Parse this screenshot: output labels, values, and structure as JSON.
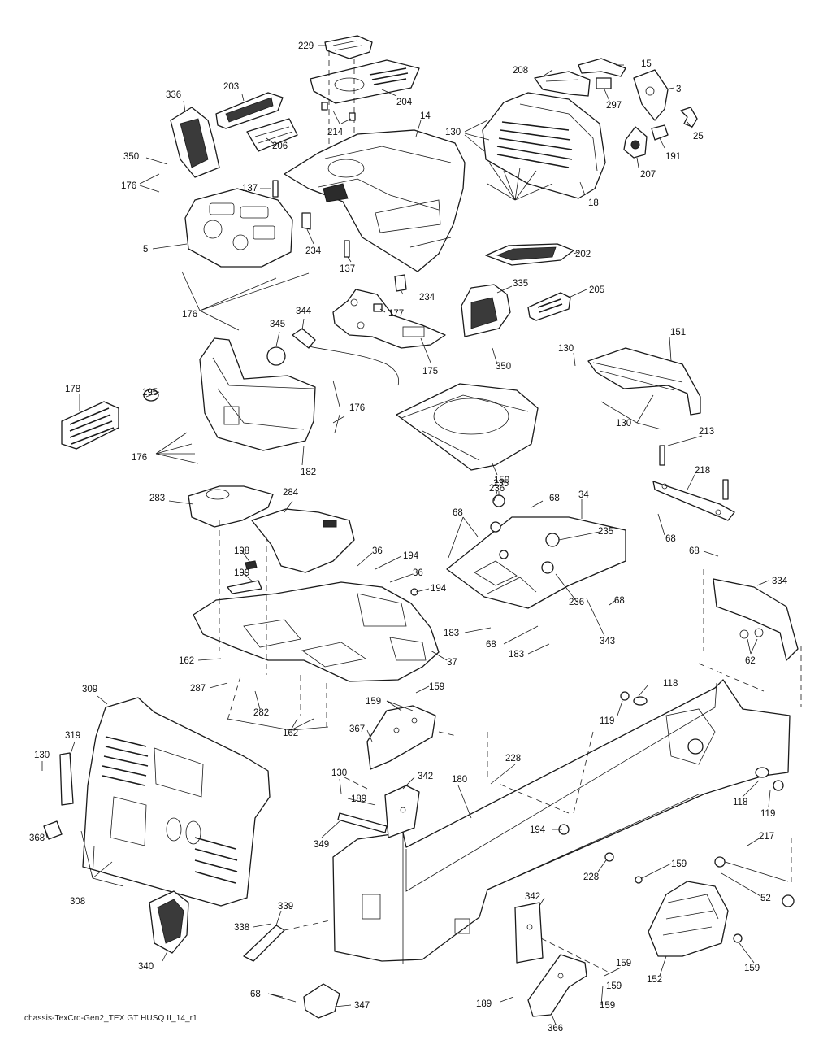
{
  "diagram": {
    "footer_code": "chassis-TexCrd-Gen2_TEX GT HUSQ II_14_r1",
    "colors": {
      "line": "#1a1a1a",
      "background": "#ffffff",
      "dark_fill": "#2b2b2b"
    },
    "callouts": [
      "229",
      "15",
      "208",
      "336",
      "203",
      "3",
      "297",
      "204",
      "214",
      "130",
      "25",
      "14",
      "206",
      "191",
      "207",
      "350",
      "137",
      "176",
      "18",
      "5",
      "234",
      "202",
      "137",
      "234",
      "335",
      "205",
      "344",
      "345",
      "177",
      "176",
      "130",
      "151",
      "175",
      "350",
      "178",
      "195",
      "176",
      "182",
      "150",
      "130",
      "213",
      "176",
      "218",
      "235",
      "283",
      "284",
      "236",
      "68",
      "34",
      "68",
      "68",
      "235",
      "198",
      "36",
      "194",
      "68",
      "199",
      "36",
      "334",
      "194",
      "68",
      "183",
      "236",
      "343",
      "62",
      "68",
      "183",
      "162",
      "37",
      "287",
      "159",
      "118",
      "282",
      "309",
      "162",
      "159",
      "119",
      "367",
      "319",
      "130",
      "228",
      "130",
      "342",
      "180",
      "118",
      "189",
      "119",
      "368",
      "194",
      "349",
      "217",
      "159",
      "228",
      "308",
      "52",
      "338",
      "339",
      "342",
      "159",
      "340",
      "159",
      "152",
      "159",
      "68",
      "189",
      "347",
      "159",
      "366"
    ]
  }
}
